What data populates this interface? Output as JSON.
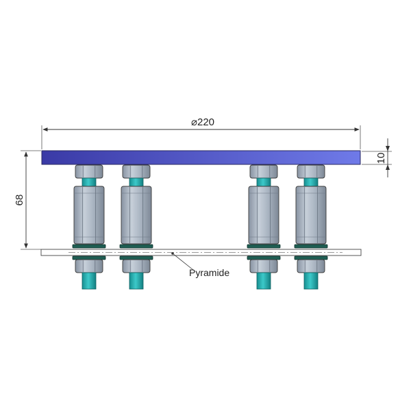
{
  "drawing": {
    "diameter_label": "220",
    "diameter_symbol": "⌀",
    "thickness_label": "10",
    "height_label": "68",
    "leader_label": "Pyramide"
  },
  "colors": {
    "plate_dark": "#3c3ca8",
    "plate_light": "#6e78e6",
    "nut_metal": "#9aa6b4",
    "nut_light": "#c9d2dc",
    "stud_teal": "#1fb3b5",
    "washer_dark": "#1e5a50",
    "outline": "#3a3a3a"
  },
  "assembly": {
    "studs": [
      {
        "name": "stud-1"
      },
      {
        "name": "stud-2"
      },
      {
        "name": "stud-3"
      },
      {
        "name": "stud-4"
      }
    ]
  }
}
